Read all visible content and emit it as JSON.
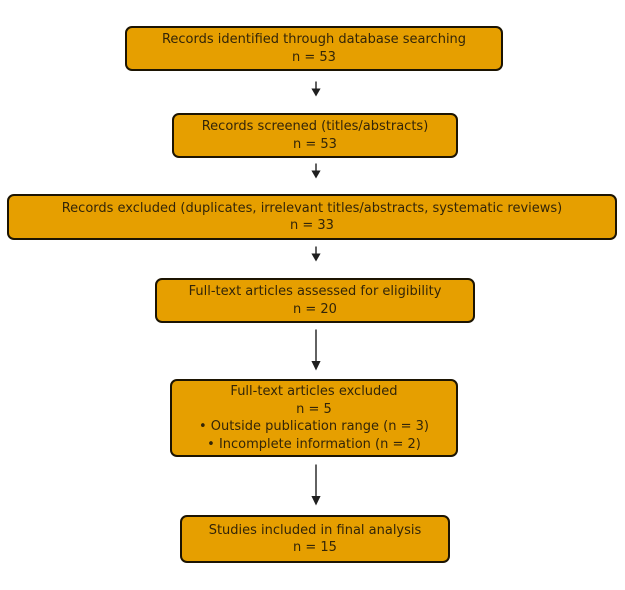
{
  "diagram": {
    "type": "flowchart",
    "colors": {
      "background": "#ffffff",
      "box_fill": "#e69f00",
      "box_border": "#1c1402",
      "text": "#332508",
      "arrow": "#1f1f1f"
    },
    "boxes": [
      {
        "id": "records-identified",
        "lines": [
          "Records identified through database searching",
          "n = 53"
        ]
      },
      {
        "id": "records-screened",
        "lines": [
          "Records screened (titles/abstracts)",
          "n = 53"
        ]
      },
      {
        "id": "records-excluded",
        "lines": [
          "Records excluded (duplicates, irrelevant titles/abstracts, systematic reviews)",
          "n = 33"
        ]
      },
      {
        "id": "fulltext-assessed",
        "lines": [
          "Full-text articles assessed for eligibility",
          "n = 20"
        ]
      },
      {
        "id": "fulltext-excluded",
        "lines": [
          "Full-text articles excluded",
          "n = 5",
          "• Outside publication range (n = 3)",
          "• Incomplete information (n = 2)"
        ]
      },
      {
        "id": "studies-included",
        "lines": [
          "Studies included in final analysis",
          "n = 15"
        ]
      }
    ],
    "arrows": [
      {
        "from": "records-identified",
        "to": "records-screened"
      },
      {
        "from": "records-screened",
        "to": "records-excluded"
      },
      {
        "from": "records-excluded",
        "to": "fulltext-assessed"
      },
      {
        "from": "fulltext-assessed",
        "to": "fulltext-excluded"
      },
      {
        "from": "fulltext-excluded",
        "to": "studies-included"
      }
    ]
  }
}
